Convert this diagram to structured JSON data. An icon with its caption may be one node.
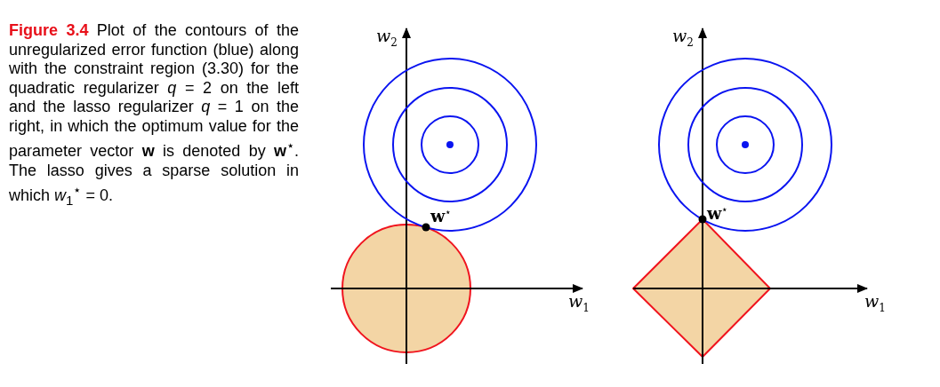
{
  "diagram": {
    "caption": "**Figure 3.4** Plot of the contours of the unregularized error function (blue) along with the constraint region (3.30) for the quadratic regularizer *q* = 2 on the left and the lasso regularizer *q* = 1 on the right, in which the optimum value for the parameter vector **w** is denoted by **w**$^{⋆}$. The lasso gives a sparse solution in which *w*$_{1}$$^{⋆}$ = 0.",
    "labels": [
      "*w*$_{2}$",
      "*w*$_{2}$",
      "**w**$^{⋆}$",
      "**w**$^{⋆}$",
      "*w*$_{1}$",
      "*w*$_{1}$"
    ]
  }
}
